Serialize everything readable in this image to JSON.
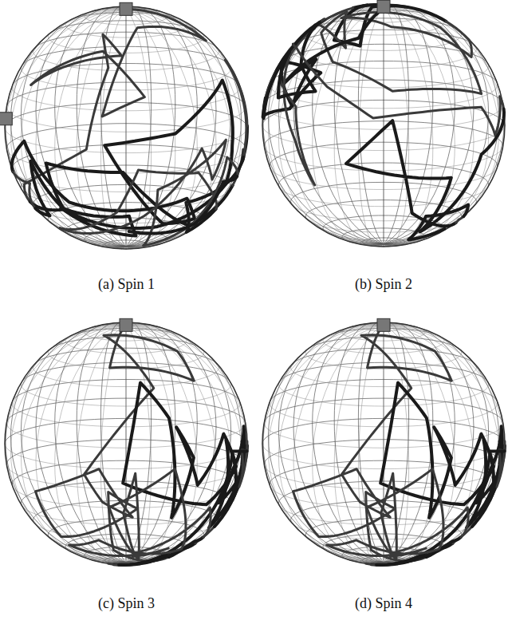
{
  "diagram": {
    "labels": [
      "(a) Spin 1",
      "(b) Spin 2",
      "(c) Spin 3",
      "(d) Spin 4"
    ]
  }
}
